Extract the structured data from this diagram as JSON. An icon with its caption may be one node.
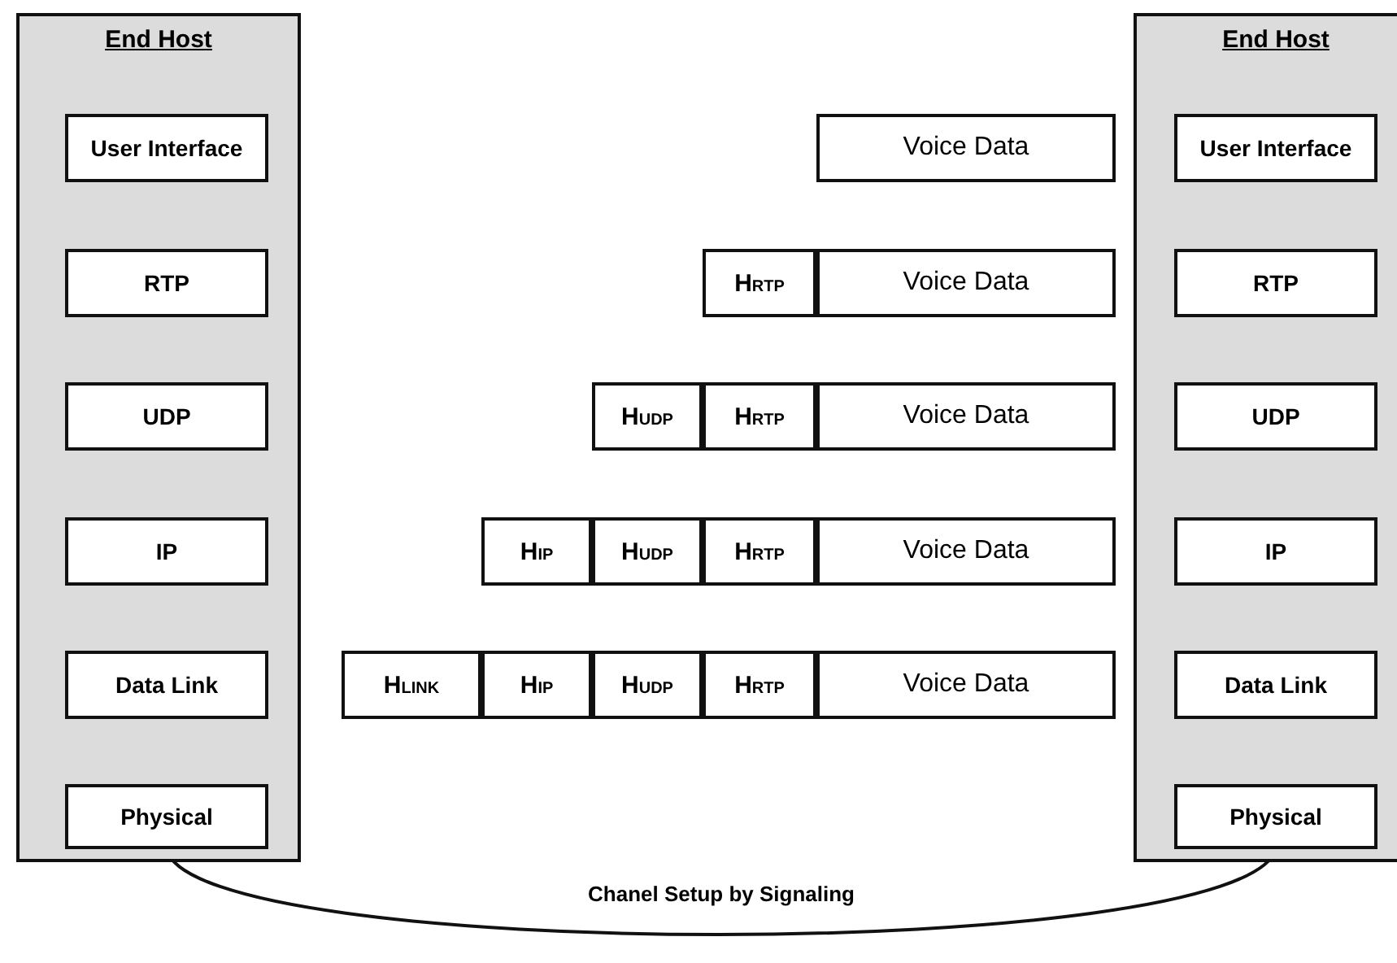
{
  "diagram": {
    "nodes": [
      {
        "text": [
          "End Host"
        ]
      },
      {
        "text": [
          "User Interface"
        ],
        "in": 0
      },
      {
        "text": [
          "RTP"
        ],
        "in": 0
      },
      {
        "text": [
          "UDP"
        ],
        "in": 0
      },
      {
        "text": [
          "IP"
        ],
        "in": 0
      },
      {
        "text": [
          "Data Link"
        ],
        "in": 0
      },
      {
        "text": [
          "Physical"
        ],
        "in": 0
      },
      {
        "text": [
          "Voice Data"
        ]
      },
      {
        "text": [
          "H$_{RTP}$"
        ]
      },
      {
        "text": [
          "Voice Data"
        ]
      },
      {
        "text": [
          "H$_{UDP}$"
        ]
      },
      {
        "text": [
          "H$_{RTP}$"
        ]
      },
      {
        "text": [
          "Voice Data"
        ]
      },
      {
        "text": [
          "H$_{IP}$"
        ]
      },
      {
        "text": [
          "H$_{UDP}$"
        ]
      },
      {
        "text": [
          "H$_{RTP}$"
        ]
      },
      {
        "text": [
          "Voice Data"
        ]
      },
      {
        "text": [
          "H$_{LINK}$"
        ]
      },
      {
        "text": [
          "H$_{IP}$"
        ]
      },
      {
        "text": [
          "H$_{UDP}$"
        ]
      },
      {
        "text": [
          "H$_{RTP}$"
        ]
      },
      {
        "text": [
          "Voice Data"
        ]
      },
      {
        "text": [
          "End Host"
        ]
      },
      {
        "text": [
          "User Interface"
        ],
        "in": 22
      },
      {
        "text": [
          "RTP"
        ],
        "in": 22
      },
      {
        "text": [
          "UDP"
        ],
        "in": 22
      },
      {
        "text": [
          "IP"
        ],
        "in": 22
      },
      {
        "text": [
          "Data Link"
        ],
        "in": 22
      },
      {
        "text": [
          "Physical"
        ],
        "in": 22
      }
    ],
    "edges": [
      {
        "from": 6,
        "to": 28,
        "arrow": "none",
        "label": "Chanel Setup by Signaling"
      }
    ]
  }
}
